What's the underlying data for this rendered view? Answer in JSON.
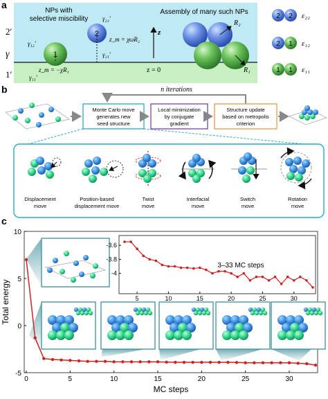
{
  "panel_a": {
    "label": "a",
    "top_title_line1": "NPs with",
    "top_title_line2": "selective miscibility",
    "assembly_title": "Assembly of many such NPs",
    "phase_top": "2′",
    "phase_bottom": "1′",
    "gamma": "γ",
    "gamma12": "γ₁₂′",
    "gamma22": "γ₂₂′",
    "gamma21": "γ₂₁′",
    "gamma11": "γ₁₁′",
    "zm_top": "z_m = χωR₂",
    "zm_bottom": "z_m = −χR₁",
    "z_axis": "z",
    "z_zero": "z = 0",
    "R1": "R₁",
    "R2": "R₂",
    "sphere_big_1": "1",
    "sphere_big_2": "2",
    "legend": [
      {
        "left": "2",
        "right": "2",
        "label": "ε₂₂"
      },
      {
        "left": "2",
        "right": "1",
        "label": "ε₁₂"
      },
      {
        "left": "1",
        "right": "1",
        "label": "ε₁₁"
      }
    ]
  },
  "panel_b": {
    "label": "b",
    "iterations": "n iterations",
    "boxes": [
      {
        "line1": "Monte Carlo move",
        "line2": "generates new",
        "line3": "seed structure"
      },
      {
        "line1": "Local minimization",
        "line2": "by conjugate",
        "line3": "gradient"
      },
      {
        "line1": "Structure update",
        "line2": "based on metropolis",
        "line3": "criterion"
      }
    ],
    "moves": [
      {
        "line1": "Displacement",
        "line2": "move"
      },
      {
        "line1": "Position-based",
        "line2": "displacement move"
      },
      {
        "line1": "Twist",
        "line2": "move"
      },
      {
        "line1": "Interfacial",
        "line2": "move"
      },
      {
        "line1": "Switch",
        "line2": "move"
      },
      {
        "line1": "Rotation",
        "line2": "move"
      }
    ]
  },
  "panel_c": {
    "label": "c",
    "chart_data": {
      "type": "line",
      "xlabel": "MC steps",
      "ylabel": "Total energy",
      "xlim": [
        0,
        33
      ],
      "ylim": [
        -5,
        10
      ],
      "xticks": [
        "0",
        "5",
        "10",
        "15",
        "20",
        "25",
        "30"
      ],
      "yticks": [
        "10",
        "5",
        "0",
        "-5"
      ],
      "x": [
        0,
        1,
        2,
        3,
        4,
        5,
        6,
        7,
        8,
        9,
        10,
        11,
        12,
        13,
        14,
        15,
        16,
        17,
        18,
        19,
        20,
        21,
        22,
        23,
        24,
        25,
        26,
        27,
        28,
        29,
        30,
        31,
        32,
        33
      ],
      "y": [
        7.0,
        -1.3,
        -3.5,
        -3.6,
        -3.65,
        -3.7,
        -3.75,
        -3.8,
        -3.8,
        -3.8,
        -3.85,
        -3.85,
        -3.85,
        -3.85,
        -3.85,
        -3.85,
        -3.88,
        -3.9,
        -3.9,
        -3.9,
        -3.9,
        -3.9,
        -3.9,
        -3.9,
        -3.92,
        -3.95,
        -3.95,
        -3.95,
        -3.95,
        -3.95,
        -3.95,
        -4.0,
        -4.05,
        -4.2
      ],
      "color": "#cc2222"
    },
    "inset_chart": {
      "type": "line",
      "annotation": "3–33 MC steps",
      "xlim": [
        3,
        33
      ],
      "ylim": [
        -4.25,
        -3.5
      ],
      "xticks": [
        "5",
        "10",
        "15",
        "20",
        "25",
        "30"
      ],
      "yticks": [
        "-3.6",
        "-3.8",
        "-4"
      ],
      "x": [
        3,
        4,
        5,
        6,
        7,
        8,
        9,
        10,
        11,
        12,
        13,
        14,
        15,
        16,
        17,
        18,
        19,
        20,
        21,
        22,
        23,
        24,
        25,
        26,
        27,
        28,
        29,
        30,
        31,
        32,
        33
      ],
      "y": [
        -3.55,
        -3.55,
        -3.65,
        -3.75,
        -3.8,
        -3.82,
        -3.88,
        -3.9,
        -3.9,
        -3.92,
        -3.92,
        -3.93,
        -3.92,
        -3.95,
        -4.0,
        -3.97,
        -3.97,
        -4.0,
        -4.05,
        -4.0,
        -4.1,
        -4.05,
        -4.05,
        -4.1,
        -4.05,
        -4.15,
        -4.05,
        -4.1,
        -4.05,
        -4.1,
        -4.2
      ]
    }
  }
}
